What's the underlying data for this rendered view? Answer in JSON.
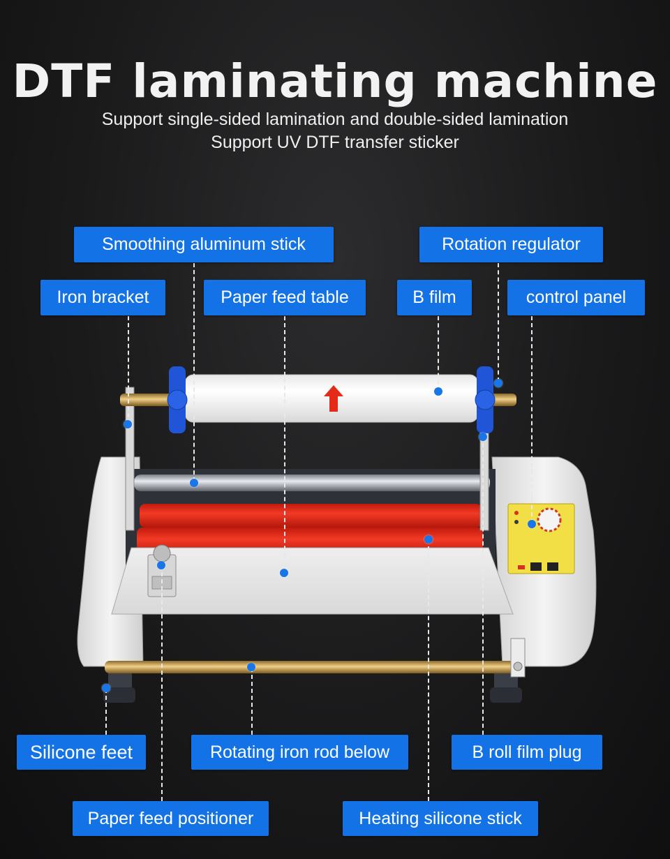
{
  "header": {
    "title": "DTF laminating machine",
    "subtitle_line1": "Support single-sided lamination and double-sided lamination",
    "subtitle_line2": "Support UV DTF transfer sticker"
  },
  "labels": {
    "smoothing_aluminum_stick": "Smoothing aluminum stick",
    "rotation_regulator": "Rotation regulator",
    "iron_bracket": "Iron bracket",
    "paper_feed_table": "Paper feed table",
    "b_film": "B film",
    "control_panel": "control panel",
    "silicone_feet": "Silicone feet",
    "rotating_iron_rod_below": "Rotating iron rod below",
    "b_roll_film_plug": "B roll film plug",
    "paper_feed_positioner": "Paper feed positioner",
    "heating_silicone_stick": "Heating silicone stick"
  },
  "colors": {
    "label_bg": "#1373e6",
    "heating_roller": "#ec2a18",
    "machine_body": "#e6e6e6",
    "film_reel": "#1f55d6"
  }
}
